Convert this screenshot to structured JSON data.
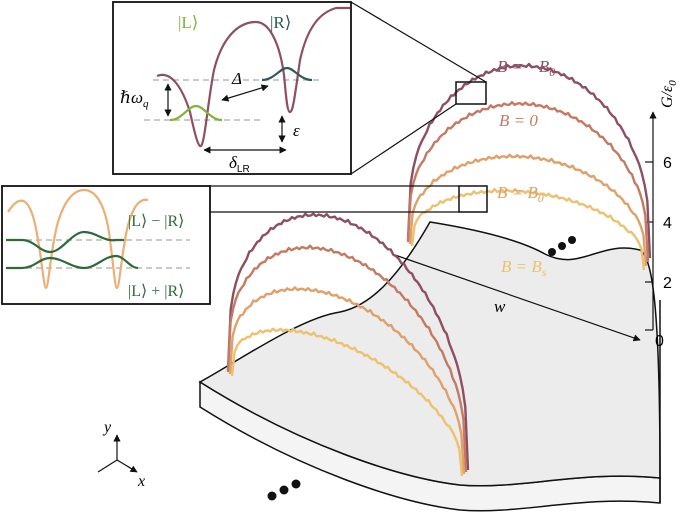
{
  "colors": {
    "neg_b0": "#8e4f63",
    "zero": "#c47a62",
    "b0": "#dfa06a",
    "bs": "#ecc16f",
    "left_state": "#7fb33a",
    "right_state": "#2c5a5a",
    "combo": "#2e6b3c",
    "slab_top": "#ececec",
    "slab_side": "#f4f4f4",
    "dash": "#b8b8b8"
  },
  "curve_labels": {
    "neg_b0": "B = −B",
    "neg_b0_sub": "0",
    "zero": "B = 0",
    "b0": "B = B",
    "b0_sub": "0",
    "bs": "B = B",
    "bs_sub": "s"
  },
  "axis": {
    "label": "G/ε",
    "label_sub": "0",
    "ticks": [
      "0",
      "2",
      "4",
      "6"
    ]
  },
  "width_label": "w",
  "coords": {
    "y": "y",
    "x": "x"
  },
  "inset_top": {
    "state_left": "|L⟩",
    "state_right": "|R⟩",
    "hbar_omega": "ℏω",
    "hbar_omega_sub": "q",
    "delta": "Δ",
    "epsilon": "ε",
    "delta_lr": "δ",
    "delta_lr_sub": "LR"
  },
  "inset_left": {
    "state_minus": "|L⟩ − |R⟩",
    "state_plus": "|L⟩ + |R⟩"
  }
}
